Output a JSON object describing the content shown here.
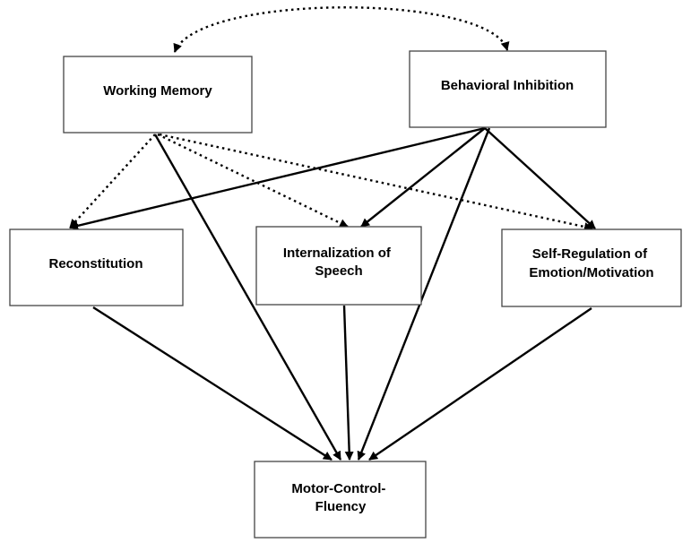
{
  "diagram": {
    "nodes": {
      "working_memory": {
        "lines": [
          "Working Memory"
        ]
      },
      "behavioral_inhibition": {
        "lines": [
          "Behavioral Inhibition"
        ]
      },
      "reconstitution": {
        "lines": [
          "Reconstitution"
        ]
      },
      "internalization": {
        "lines": [
          "Internalization of",
          "Speech"
        ]
      },
      "self_regulation": {
        "lines": [
          "Self-Regulation of",
          "Emotion/Motivation"
        ]
      },
      "motor_control": {
        "lines": [
          "Motor-Control-",
          "Fluency"
        ]
      }
    },
    "edges": [
      {
        "from": "working_memory",
        "to": "behavioral_inhibition",
        "style": "dotted",
        "directed": "both"
      },
      {
        "from": "working_memory",
        "to": "reconstitution",
        "style": "dotted"
      },
      {
        "from": "working_memory",
        "to": "internalization",
        "style": "dotted"
      },
      {
        "from": "working_memory",
        "to": "self_regulation",
        "style": "dotted"
      },
      {
        "from": "working_memory",
        "to": "motor_control",
        "style": "solid"
      },
      {
        "from": "behavioral_inhibition",
        "to": "reconstitution",
        "style": "solid"
      },
      {
        "from": "behavioral_inhibition",
        "to": "internalization",
        "style": "solid"
      },
      {
        "from": "behavioral_inhibition",
        "to": "self_regulation",
        "style": "solid"
      },
      {
        "from": "behavioral_inhibition",
        "to": "motor_control",
        "style": "solid"
      },
      {
        "from": "reconstitution",
        "to": "motor_control",
        "style": "solid"
      },
      {
        "from": "internalization",
        "to": "motor_control",
        "style": "solid"
      },
      {
        "from": "self_regulation",
        "to": "motor_control",
        "style": "solid"
      }
    ]
  }
}
